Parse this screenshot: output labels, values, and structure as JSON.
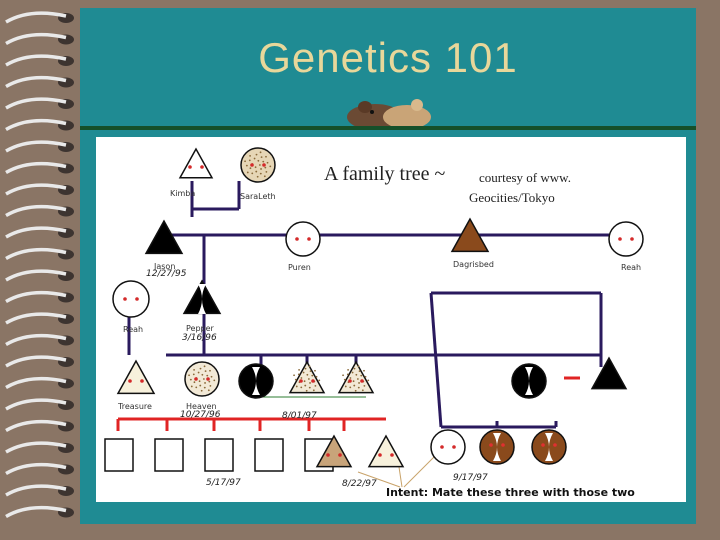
{
  "slide": {
    "title": "Genetics 101",
    "colors": {
      "background": "#8a7565",
      "panel": "#1f8b93",
      "title": "#e8d79a",
      "rule": "#15502a"
    }
  },
  "diagram": {
    "heading_main": "A family tree ~",
    "heading_sub": "courtesy of www.",
    "heading_sub2": "Geocities/Tokyo",
    "intent_note": "Intent: Mate these three with those two",
    "colors": {
      "generation_line": "#2a1a5e",
      "litter_line": "#e02424",
      "mate_bar": "#e02424",
      "leader_line": "#c9a36a"
    },
    "members": [
      {
        "name": "Kimba",
        "shape": "triangle",
        "coat": "white"
      },
      {
        "name": "SaraLeth",
        "shape": "circle",
        "coat": "speckled-tan"
      },
      {
        "name": "Jason",
        "shape": "triangle",
        "coat": "black",
        "date": "12/27/95"
      },
      {
        "name": "Puren",
        "shape": "circle",
        "coat": "white"
      },
      {
        "name": "Dagrisbed",
        "shape": "triangle",
        "coat": "brown"
      },
      {
        "name": "Reah",
        "shape": "circle",
        "coat": "white"
      },
      {
        "name": "Reah",
        "shape": "circle",
        "coat": "white"
      },
      {
        "name": "Pepper",
        "shape": "triangle",
        "coat": "black-white",
        "date": "3/16/96"
      },
      {
        "name": "Treasure",
        "shape": "triangle",
        "coat": "cream"
      },
      {
        "name": "Heaven",
        "shape": "circle",
        "coat": "speckled-white",
        "date": "10/27/96"
      },
      {
        "name": "",
        "shape": "circle",
        "coat": "black-white"
      },
      {
        "name": "",
        "shape": "triangle",
        "coat": "speckled-white"
      },
      {
        "name": "",
        "shape": "triangle",
        "coat": "speckled-white"
      },
      {
        "name": "",
        "shape": "circle",
        "coat": "black-white"
      },
      {
        "name": "",
        "shape": "triangle",
        "coat": "black"
      },
      {
        "name": "",
        "shape": "triangle",
        "coat": "tan"
      },
      {
        "name": "",
        "shape": "triangle",
        "coat": "cream"
      },
      {
        "name": "",
        "shape": "circle",
        "coat": "white"
      },
      {
        "name": "",
        "shape": "circle",
        "coat": "brown-white"
      },
      {
        "name": "",
        "shape": "circle",
        "coat": "brown-white"
      }
    ],
    "litter_dates": [
      "8/01/97",
      "5/17/97",
      "8/22/97",
      "9/17/97"
    ],
    "placeholders": 5
  }
}
